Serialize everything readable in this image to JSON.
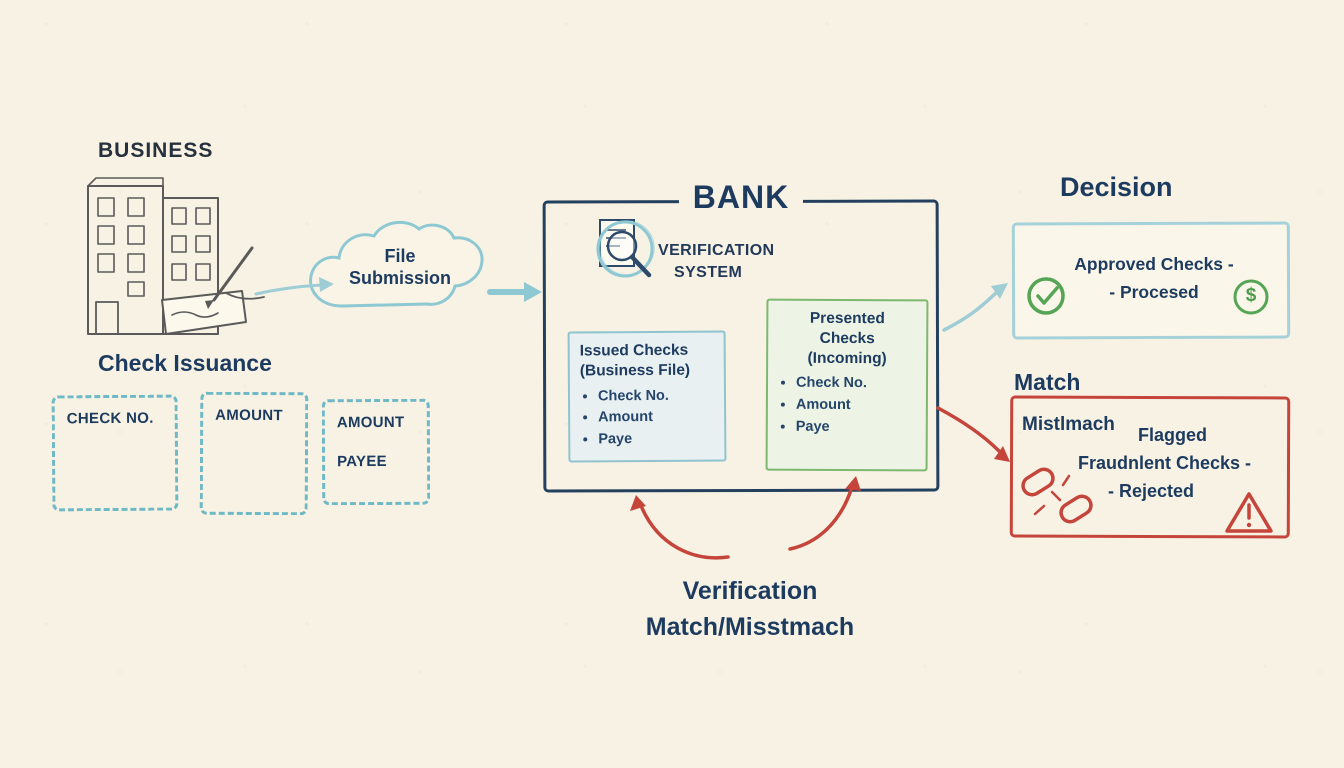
{
  "colors": {
    "background": "#f7f2e4",
    "navy": "#1d3a5f",
    "teal": "#8ec8d2",
    "green": "#56a556",
    "red": "#c5453b"
  },
  "business": {
    "label": "BUSINESS",
    "section_title": "Check Issuance",
    "fields": [
      {
        "label": "CHECK NO."
      },
      {
        "label": "AMOUNT"
      },
      {
        "label": "AMOUNT",
        "label2": "PAYEE"
      }
    ]
  },
  "file_submission": {
    "line1": "File",
    "line2": "Submission"
  },
  "bank": {
    "title": "BANK",
    "system": {
      "line1": "VERIFICATION",
      "line2": "SYSTEM"
    },
    "issued_checks": {
      "title_line1": "Issued Checks",
      "title_line2": "(Business File)",
      "items": [
        "Check No.",
        "Amount",
        "Paye"
      ]
    },
    "presented_checks": {
      "title_line1": "Presented",
      "title_line2": "Checks",
      "title_line3": "(Incoming)",
      "items": [
        "Check No.",
        "Amount",
        "Paye"
      ]
    }
  },
  "verification": {
    "line1": "Verification",
    "line2": "Match/Misstmach"
  },
  "decision": {
    "title": "Decision",
    "approved": {
      "line1": "Approved Checks -",
      "line2": "- Procesed",
      "dollar_glyph": "$"
    },
    "match_label": "Match",
    "rejected": {
      "mismatch_label": "Mistlmach",
      "flagged_label": "Flagged",
      "line1": "Fraudnlent Checks -",
      "line2": "- Rejected"
    }
  }
}
